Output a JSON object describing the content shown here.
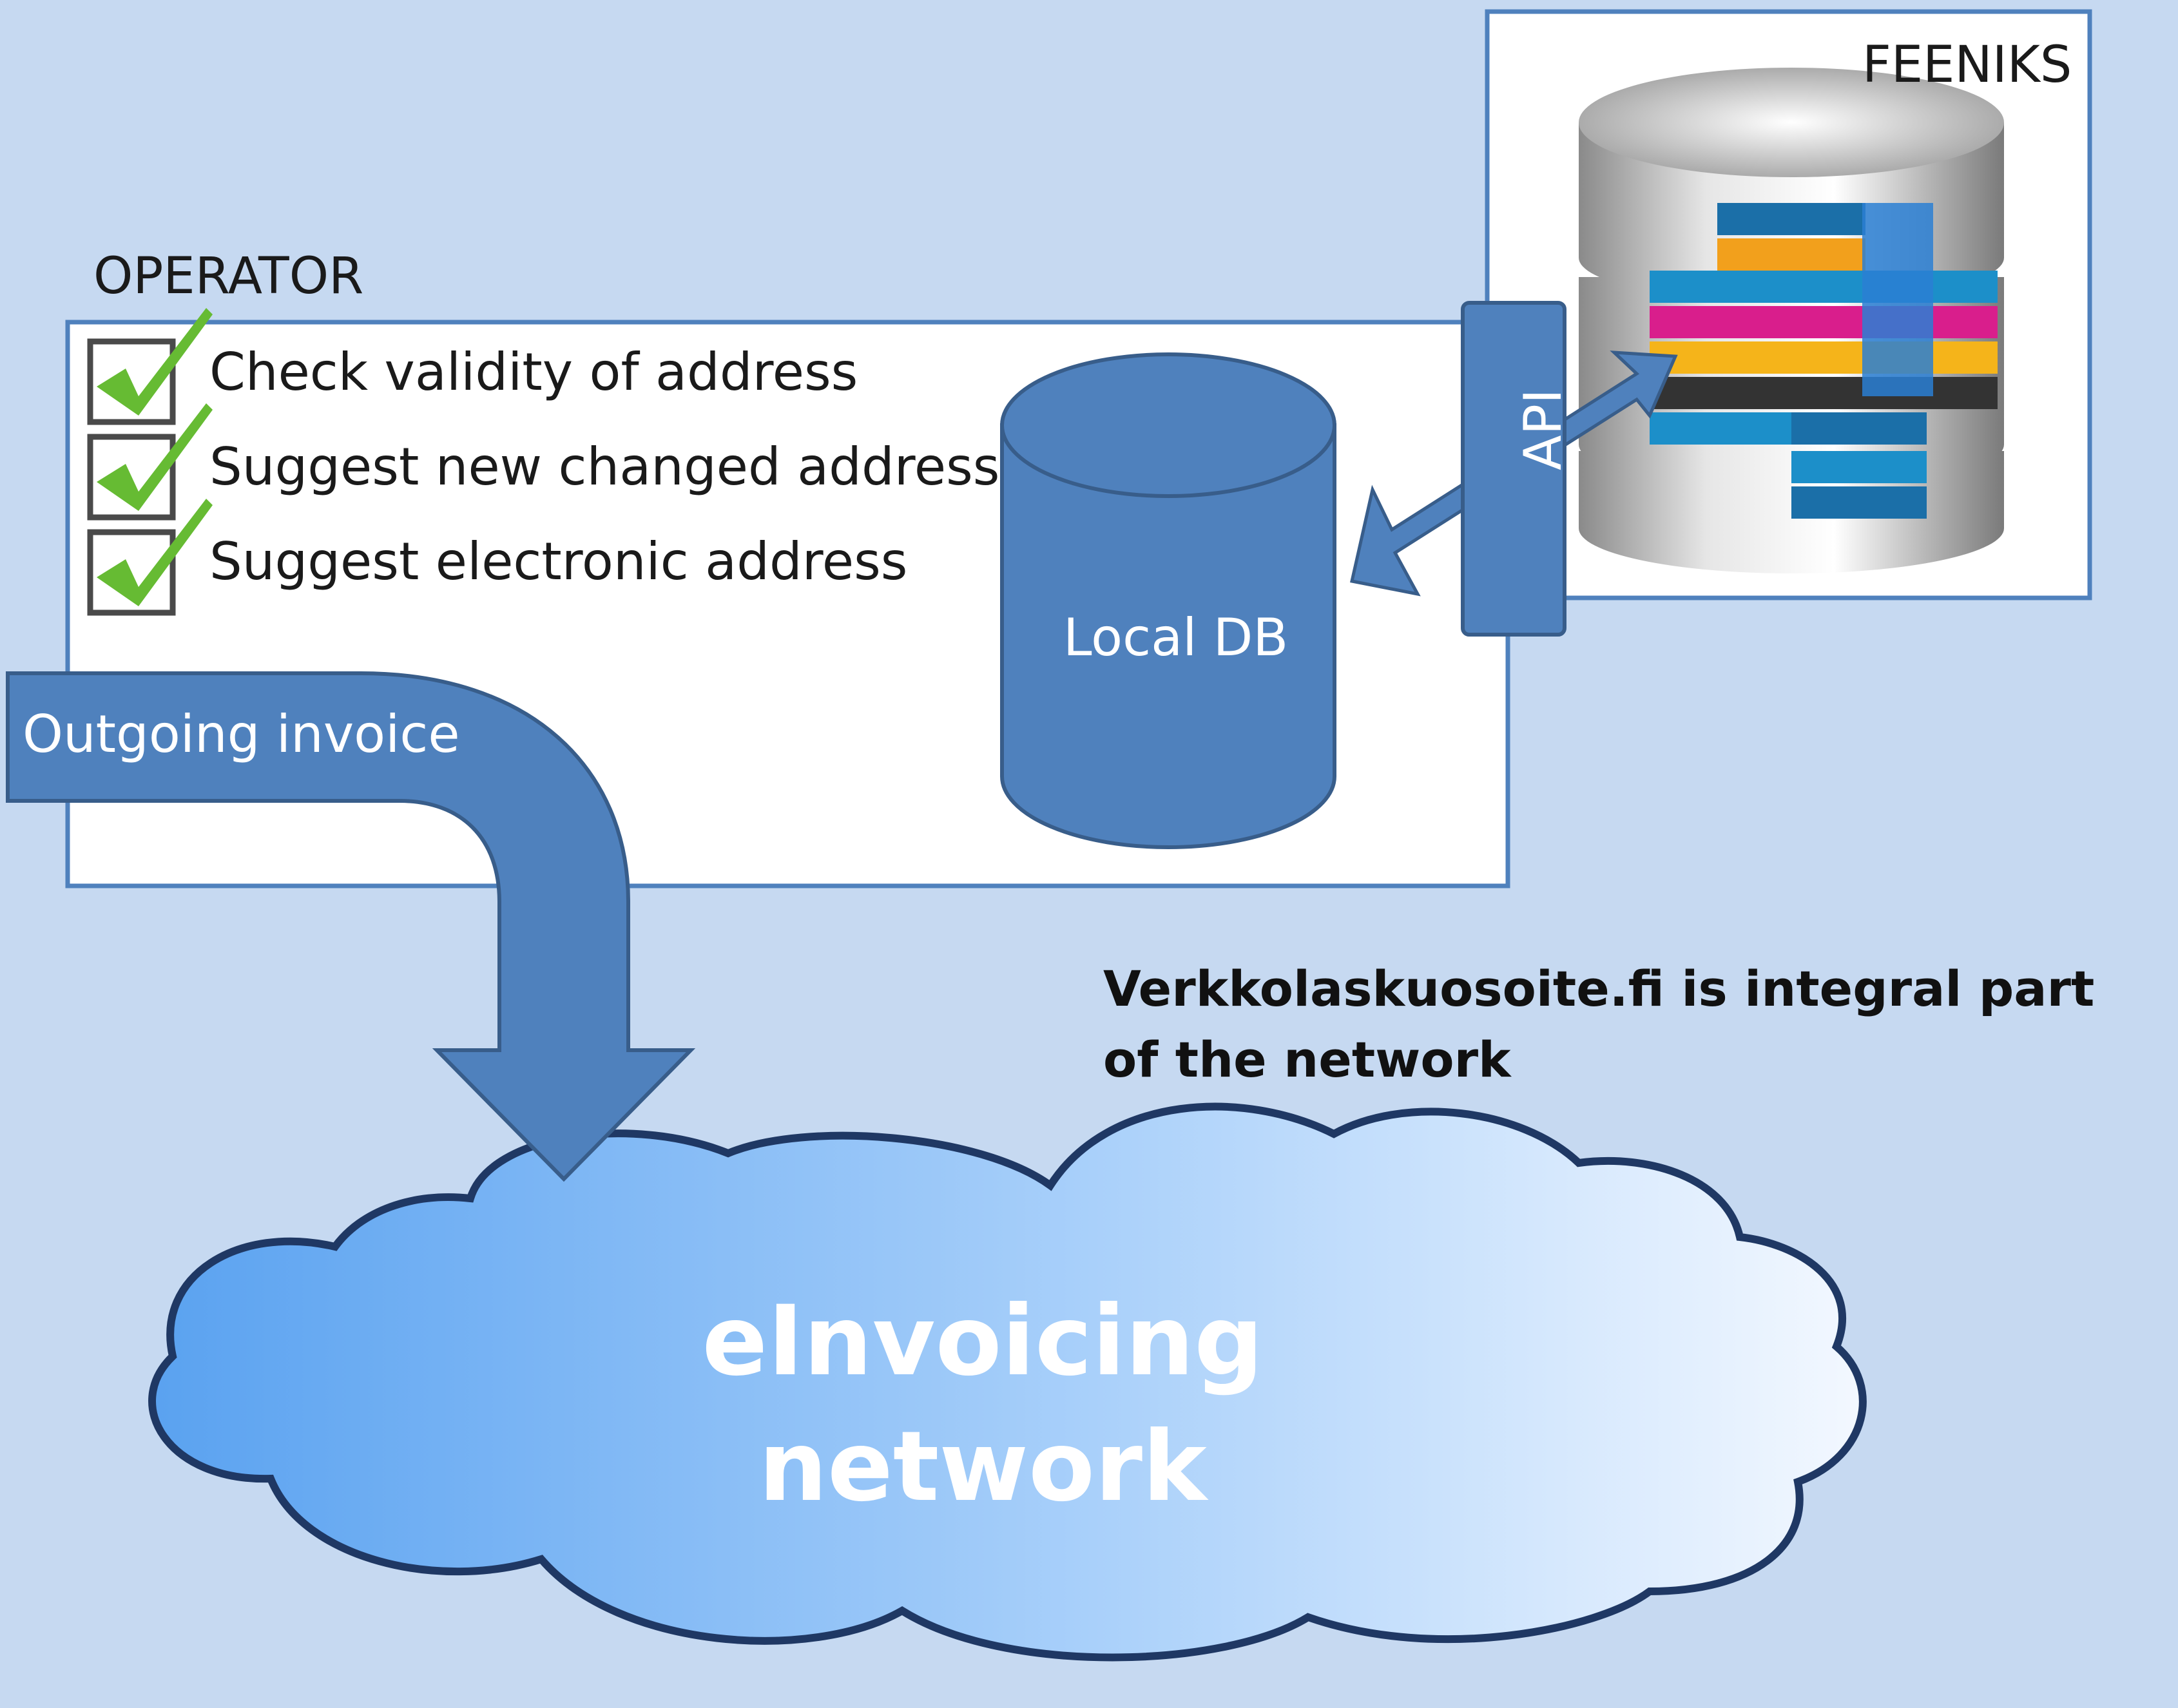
{
  "operator": {
    "title": "OPERATOR",
    "checks": [
      {
        "label": "Check validity of address",
        "checked": true
      },
      {
        "label": "Suggest new changed address",
        "checked": true
      },
      {
        "label": "Suggest electronic address",
        "checked": true
      }
    ]
  },
  "local_db": {
    "label": "Local DB"
  },
  "api": {
    "label": "API"
  },
  "feeniks": {
    "title": "FEENIKS",
    "icon": "database-icon"
  },
  "outgoing": {
    "label": "Outgoing invoice"
  },
  "note": {
    "text": "Verkkolaskuosoite.fi is integral part of the network"
  },
  "cloud": {
    "label": "eInvoicing network"
  },
  "colors": {
    "background": "#c6d9f1",
    "shape_blue": "#4f81bd",
    "shape_border": "#385d8a",
    "check_green": "#66bb33",
    "cloud_border": "#1f3864"
  }
}
